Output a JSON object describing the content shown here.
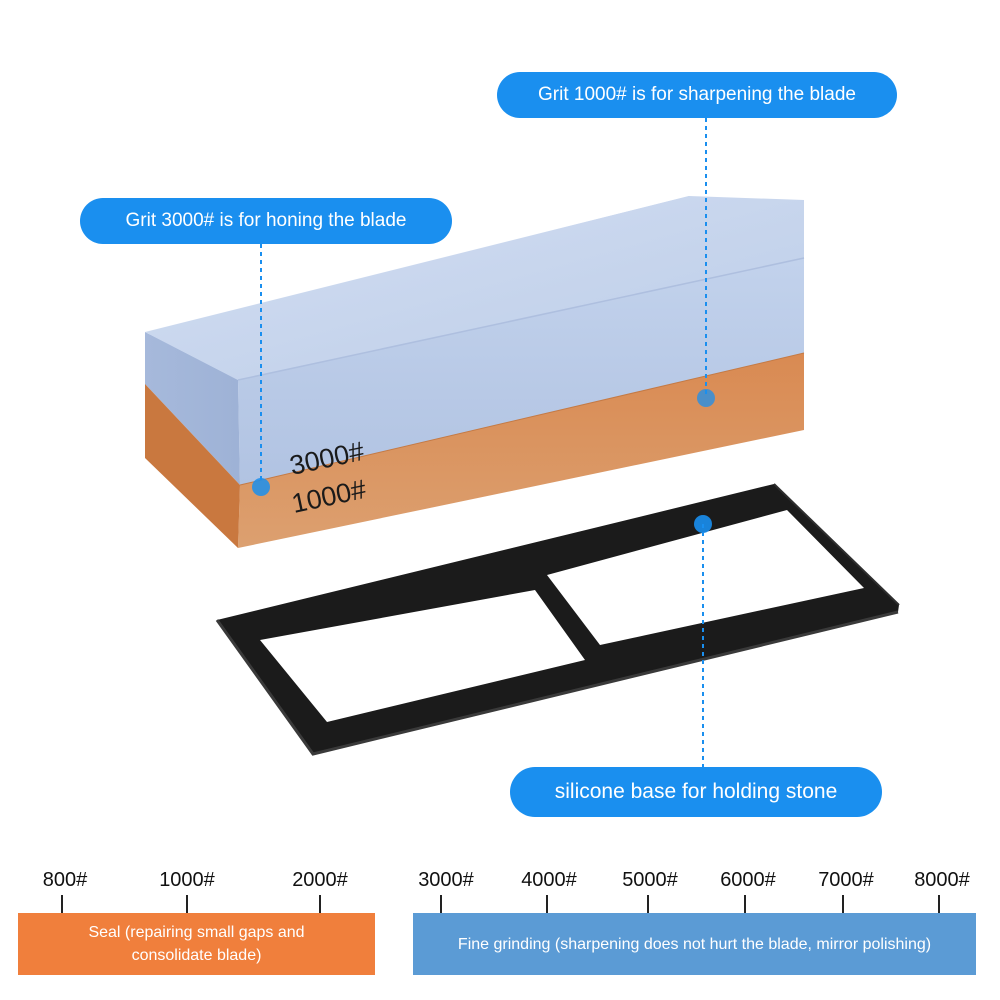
{
  "stone": {
    "top_grit_label": "3000#",
    "bottom_grit_label": "1000#"
  },
  "callouts": {
    "grit_1000": "Grit 1000# is for sharpening the blade",
    "grit_3000": "Grit 3000# is for honing the blade",
    "base": "silicone base for holding stone"
  },
  "scale": {
    "ticks": [
      "800#",
      "1000#",
      "2000#",
      "3000#",
      "4000#",
      "5000#",
      "6000#",
      "7000#",
      "8000#"
    ],
    "seal_text": "Seal (repairing small gaps and consolidate blade)",
    "fine_text": "Fine grinding (sharpening does not hurt the blade, mirror polishing)"
  },
  "colors": {
    "callout_blue": "#1a8fef",
    "stone_top_blue": "#c4d4ec",
    "stone_bottom_orange": "#d9894f",
    "seal_band": "#f07f3c",
    "fine_band": "#5b9bd5",
    "base_black": "#1b1b1b"
  }
}
